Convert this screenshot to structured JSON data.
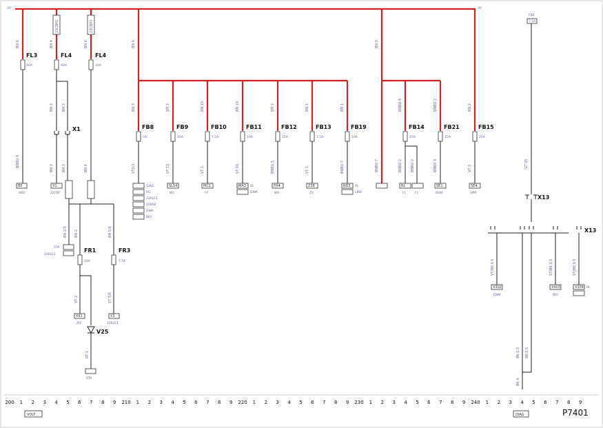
{
  "rail": {
    "left": "30",
    "right": "30"
  },
  "fuses": [
    {
      "id": "fl3",
      "label": "FL3",
      "rating": "60A",
      "wire_top": "BN 6",
      "wire_bottom": "BNBU 4",
      "term": "B5",
      "term_label": "ABS"
    },
    {
      "id": "fl4a",
      "label": "FL4",
      "rating": "60A",
      "wire_top": "BN 4",
      "wire_mid": "BN 3",
      "wire_bottom": "BN 3",
      "relay": "23CBP2",
      "term": "X1",
      "term_label": "22CBF"
    },
    {
      "id": "fl4b",
      "label": "FL4",
      "rating": "30A",
      "wire_top": "BN 6",
      "wire_bottom": "BN 6",
      "relay": "23CBP2"
    },
    {
      "id": "fb8",
      "label": "FB8",
      "rating": "5A",
      "wire_top": "BN 6",
      "wire_mid": "BN 3",
      "wire_bottom": "VT2/3"
    },
    {
      "id": "fb9",
      "label": "FB9",
      "rating": "10A",
      "wire_mid": "BN 3",
      "wire_bottom": "VT 15",
      "term": "SL14",
      "term_label": "WL"
    },
    {
      "id": "fb10",
      "label": "FB10",
      "rating": "7.5A",
      "wire_mid": "BN 15",
      "wire_bottom": "VT 1",
      "term": "MC1",
      "term_label": "FF"
    },
    {
      "id": "fb11",
      "label": "FB11",
      "rating": "10A",
      "wire_mid": "BN 15",
      "wire_bottom": "VT 15",
      "term": "MA3"
    },
    {
      "id": "fb12",
      "label": "FB12",
      "rating": "25A",
      "wire_mid": "BN 3",
      "wire_bottom": "BNBU 5",
      "term": "FR4",
      "term_label": "WA"
    },
    {
      "id": "fb13",
      "label": "FB13",
      "rating": "7.5A",
      "wire_mid": "BN 1",
      "wire_bottom": "VT 1",
      "term": "Z38",
      "term_label": "ZV"
    },
    {
      "id": "fb19",
      "label": "FB19",
      "rating": "10A",
      "wire_mid": "BN 1",
      "wire_bottom": "BNBU 7",
      "term": "RD3"
    },
    {
      "id": "fb14",
      "label": "FB14",
      "rating": "25A",
      "wire_top": "BN 3",
      "wire_mid": "BNBU 4",
      "wire_bottom": "BNBU 2",
      "term": "RL",
      "term_label": "FL"
    },
    {
      "id": "fb21",
      "label": "FB21",
      "rating": "15A",
      "wire_mid": "BNBU 2",
      "wire_bottom": "BNBU 3",
      "term": "SE1",
      "term_label": "BSW"
    },
    {
      "id": "fb15",
      "label": "FB15",
      "rating": "20A",
      "wire_mid": "BN 2",
      "wire_bottom": "VT 2",
      "term": "SE4",
      "term_label": "SMP"
    },
    {
      "id": "fr1",
      "label": "FR1",
      "rating": "20A",
      "wire_top": "BN 2",
      "wire_bottom": "VT 2",
      "term": "X91",
      "term_label": "ZIE"
    },
    {
      "id": "fr3",
      "label": "FR3",
      "rating": "7.5A",
      "wire_top": "BN 5/6",
      "wire_bottom": "VT 5/6",
      "term": "X3",
      "term_label": "22KLE1"
    },
    {
      "id": "fb0",
      "label": "FB0",
      "rating": "7.5A",
      "wire_bottom": "VT 05"
    }
  ],
  "terminal_labels": {
    "fb8": [
      "DIAG",
      "RG",
      "22KLE1",
      "22BSE",
      "DWA",
      "BIO"
    ],
    "fb11": [
      "RL",
      "DWA"
    ],
    "fb19": [
      "RL",
      "LBW"
    ],
    "fb14b": "FL",
    "fr1_sta": "STA",
    "fr1_sta2": "22KLE1",
    "v25_label": "STA",
    "bn_mid": "BN 2/3",
    "bn_mid2": "BN 3",
    "bn_6": "BN 6",
    "bn_5": "BN 5",
    "v25_wire": "RT 1"
  },
  "connectors": {
    "x1": "X1",
    "x13a": "X13",
    "x13b": "X13"
  },
  "diode": "V25",
  "x13_outputs": [
    {
      "wire": "VT/BK 0.5",
      "term": "X302",
      "label": "DWA"
    },
    {
      "wire": "VT/BK 0.5",
      "term": "X403",
      "label": "BIO"
    },
    {
      "wire": "VT/BK 0.5",
      "term": "X304",
      "label": "RL"
    }
  ],
  "diag": {
    "wire1": "BK 0.5",
    "wire2": "BK 0.5",
    "wire3": "BK 4"
  },
  "ruler": {
    "ticks": [
      "200",
      "1",
      "2",
      "3",
      "4",
      "5",
      "6",
      "7",
      "8",
      "9",
      "210",
      "1",
      "2",
      "3",
      "4",
      "5",
      "6",
      "7",
      "8",
      "9",
      "220",
      "1",
      "2",
      "3",
      "4",
      "5",
      "6",
      "7",
      "8",
      "9",
      "230",
      "1",
      "2",
      "3",
      "4",
      "5",
      "6",
      "7",
      "8",
      "9",
      "240",
      "1",
      "2",
      "3",
      "4",
      "5",
      "6",
      "7",
      "8",
      "9"
    ],
    "voltage_label": "VOLT",
    "diag_label": "DIAG"
  },
  "page_code": "P7401"
}
